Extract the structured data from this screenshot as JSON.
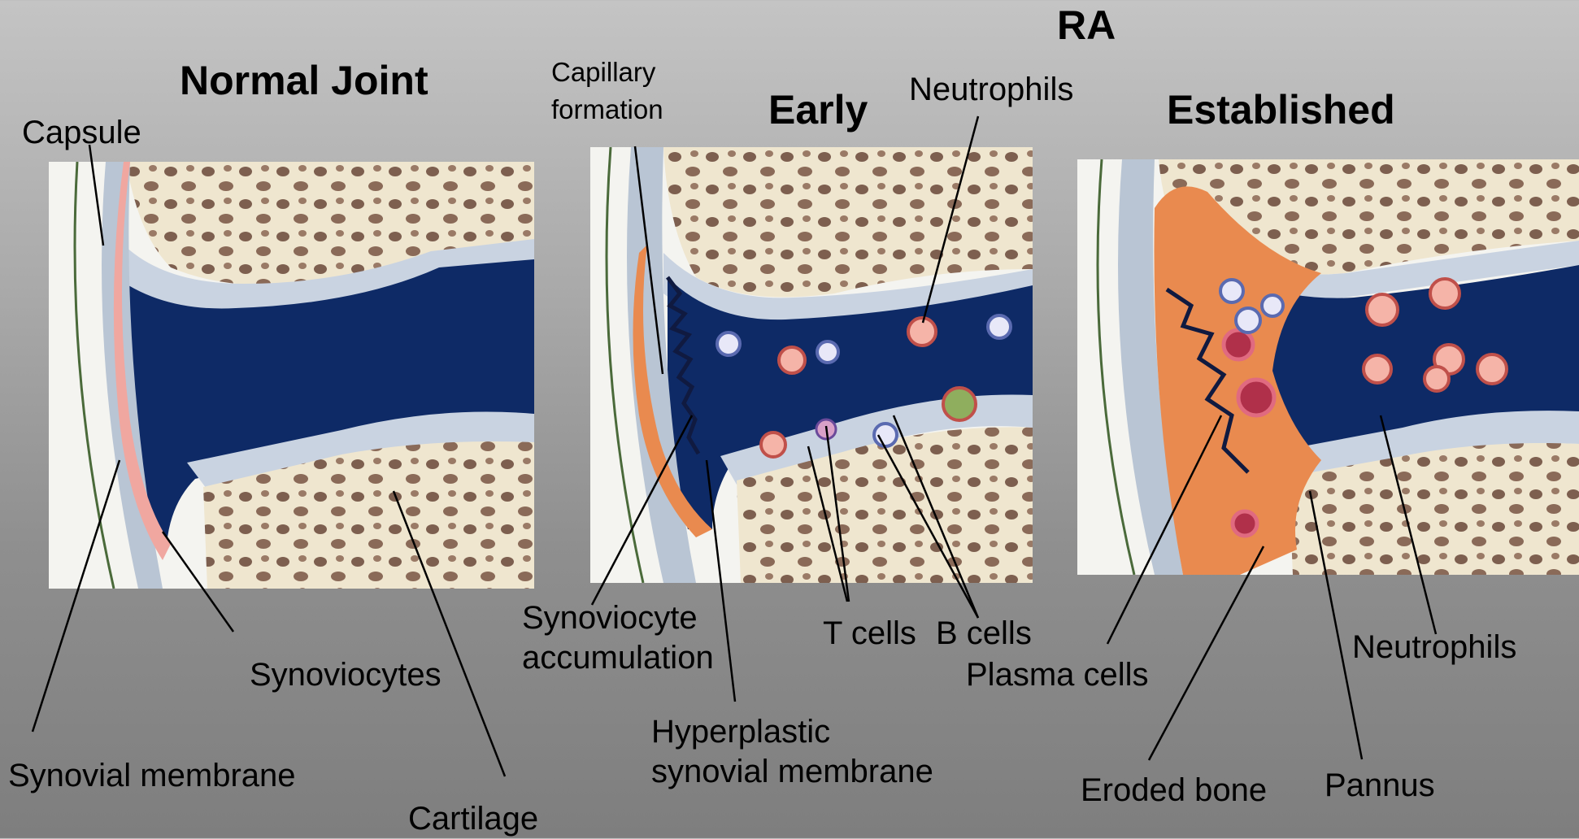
{
  "headings": {
    "ra": "RA",
    "normal_joint": "Normal Joint",
    "early": "Early",
    "established": "Established"
  },
  "labels": {
    "capsule": "Capsule",
    "synoviocytes": "Synoviocytes",
    "synovial_membrane": "Synovial membrane",
    "cartilage": "Cartilage",
    "capillary_formation_line1": "Capillary",
    "capillary_formation_line2": "formation",
    "neutrophils_early": "Neutrophils",
    "synoviocyte_accumulation_line1": "Synoviocyte",
    "synoviocyte_accumulation_line2": "accumulation",
    "t_cells": "T cells",
    "b_cells": "B cells",
    "hyperplastic_line1": "Hyperplastic",
    "hyperplastic_line2": "synovial membrane",
    "plasma_cells": "Plasma cells",
    "neutrophils_established": "Neutrophils",
    "eroded_bone": "Eroded bone",
    "pannus": "Pannus"
  },
  "colors": {
    "bone": "#efe6cf",
    "marrow_spot": "#7d5f4f",
    "cartilage": "#c9d3e1",
    "synovial_fluid": "#0e2a66",
    "synovium_inflamed": "#e98a4f",
    "capsule": "#b9c5d4",
    "background": "#9a9a9a"
  }
}
